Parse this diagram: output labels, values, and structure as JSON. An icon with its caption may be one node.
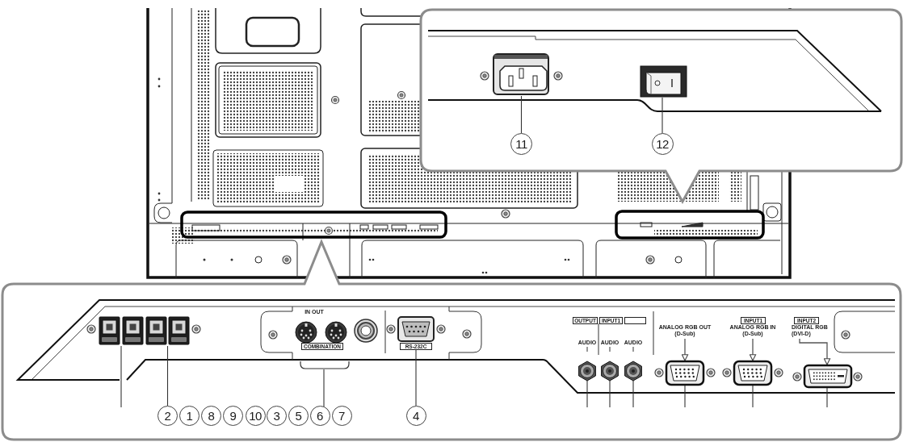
{
  "diagram": {
    "nodes": [
      {
        "text": [],
        "shape": "picture"
      },
      {
        "text": [],
        "shape": "picture"
      },
      {
        "text": [
          "11"
        ]
      },
      {
        "text": [
          "12"
        ]
      },
      {
        "text": [],
        "shape": "picture"
      },
      {
        "text": [],
        "shape": "picture"
      },
      {
        "text": [
          "IN OUT",
          "COMBINATION"
        ]
      },
      {
        "text": [
          "RS-232C"
        ]
      },
      {
        "text": [
          "OUTPUT"
        ]
      },
      {
        "text": [
          "INPUT1"
        ]
      },
      {
        "text": [],
        "shape": "box"
      },
      {
        "text": [
          "AUDIO"
        ]
      },
      {
        "text": [
          "AUDIO"
        ]
      },
      {
        "text": [
          "AUDIO"
        ]
      },
      {
        "text": [
          "ANALOG RGB OUT (D-Sub)"
        ]
      },
      {
        "text": [
          "INPUT1"
        ]
      },
      {
        "text": [
          "ANALOG RGB IN (D-Sub)"
        ]
      },
      {
        "text": [
          "INPUT2"
        ]
      },
      {
        "text": [
          "DIGITAL RGB (DVI-D)"
        ]
      },
      {
        "text": [],
        "shape": "picture"
      },
      {
        "text": [],
        "shape": "picture"
      },
      {
        "text": [],
        "shape": "picture"
      },
      {
        "text": [
          "2"
        ]
      },
      {
        "text": [
          "1"
        ]
      },
      {
        "text": [
          "8"
        ]
      },
      {
        "text": [
          "9"
        ]
      },
      {
        "text": [
          "10"
        ]
      },
      {
        "text": [
          "3"
        ]
      },
      {
        "text": [
          "5"
        ]
      },
      {
        "text": [
          "6"
        ]
      },
      {
        "text": [
          "7"
        ]
      },
      {
        "text": [
          "4"
        ]
      }
    ],
    "edges": [
      {
        "from": 2,
        "to": 0,
        "arrow": "none"
      },
      {
        "from": 3,
        "to": 1,
        "arrow": "none"
      },
      {
        "from": null,
        "to": 4,
        "arrow": "none"
      },
      {
        "from": 22,
        "to": 5,
        "arrow": "none"
      },
      {
        "from": 29,
        "to": 6,
        "arrow": "none"
      },
      {
        "from": 31,
        "to": 7,
        "arrow": "none"
      },
      {
        "from": null,
        "to": 11,
        "arrow": "none"
      },
      {
        "from": null,
        "to": 12,
        "arrow": "none"
      },
      {
        "from": null,
        "to": 13,
        "arrow": "none"
      },
      {
        "from": 14,
        "to": 19,
        "arrow": "to"
      },
      {
        "from": 16,
        "to": 20,
        "arrow": "to"
      },
      {
        "from": 18,
        "to": 21,
        "arrow": "to"
      },
      {
        "from": null,
        "to": 19,
        "arrow": "none"
      },
      {
        "from": null,
        "to": 20,
        "arrow": "none"
      },
      {
        "from": null,
        "to": 21,
        "arrow": "none"
      }
    ]
  }
}
